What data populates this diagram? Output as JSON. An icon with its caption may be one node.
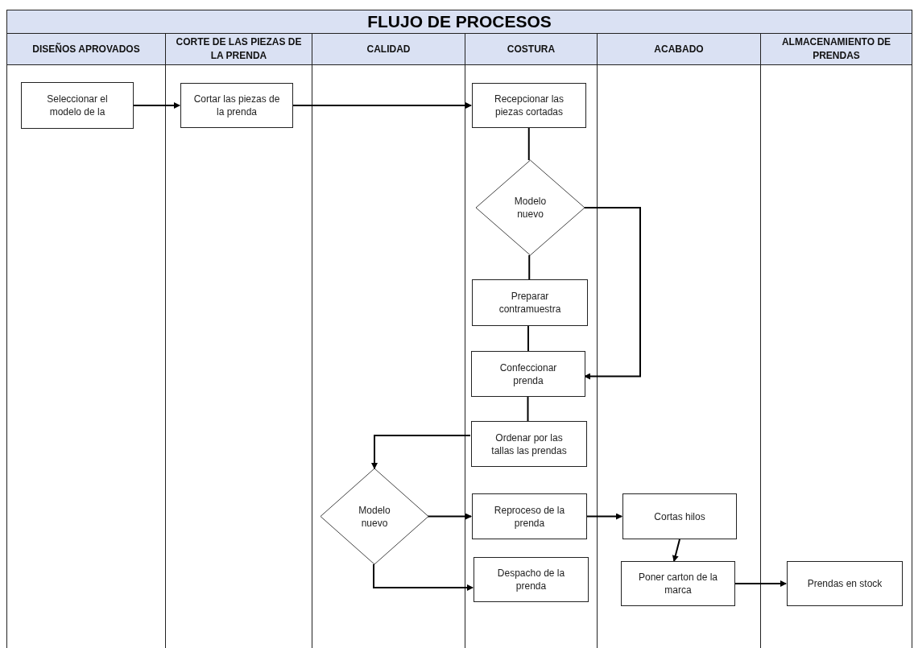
{
  "diagram": {
    "title": "FLUJO DE PROCESOS",
    "nodes": [
      {
        "text": [
          "DISEÑOS APROVADOS"
        ]
      },
      {
        "text": [
          "CORTE DE LAS PIEZAS DE LA PRENDA"
        ]
      },
      {
        "text": [
          "CALIDAD"
        ]
      },
      {
        "text": [
          "COSTURA"
        ]
      },
      {
        "text": [
          "ACABADO"
        ]
      },
      {
        "text": [
          "ALMACENAMIENTO DE PRENDAS"
        ]
      },
      {
        "text": [
          "Seleccionar el modelo de la"
        ],
        "in": 0
      },
      {
        "text": [
          "Cortar las piezas de la prenda"
        ],
        "in": 1
      },
      {
        "text": [
          "Recepcionar las piezas cortadas"
        ],
        "in": 3
      },
      {
        "text": [
          "Modelo nuevo"
        ],
        "in": 3
      },
      {
        "text": [
          "Preparar contramuestra"
        ],
        "in": 3
      },
      {
        "text": [
          "Confeccionar prenda"
        ],
        "in": 3
      },
      {
        "text": [
          "Ordenar por las tallas las prendas"
        ],
        "in": 3
      },
      {
        "text": [
          "Modelo nuevo"
        ],
        "in": 2
      },
      {
        "text": [
          "Reproceso de la prenda"
        ],
        "in": 3
      },
      {
        "text": [
          "Despacho de la prenda"
        ],
        "in": 3
      },
      {
        "text": [
          "Cortas hilos"
        ],
        "in": 4
      },
      {
        "text": [
          "Poner carton de la marca"
        ],
        "in": 4
      },
      {
        "text": [
          "Prendas en stock"
        ],
        "in": 5
      }
    ],
    "edges": [
      {
        "from": 6,
        "to": 7,
        "arrow": "to"
      },
      {
        "from": 7,
        "to": 8,
        "arrow": "to"
      },
      {
        "from": 8,
        "to": 9,
        "arrow": "none"
      },
      {
        "from": 9,
        "to": 10,
        "arrow": "none"
      },
      {
        "from": 10,
        "to": 11,
        "arrow": "none"
      },
      {
        "from": 9,
        "to": 11,
        "arrow": "to"
      },
      {
        "from": 11,
        "to": 12,
        "arrow": "none"
      },
      {
        "from": 12,
        "to": 13,
        "arrow": "to"
      },
      {
        "from": 13,
        "to": 14,
        "arrow": "to"
      },
      {
        "from": 13,
        "to": 15,
        "arrow": "to"
      },
      {
        "from": 14,
        "to": 16,
        "arrow": "to"
      },
      {
        "from": 16,
        "to": 17,
        "arrow": "to"
      },
      {
        "from": 17,
        "to": 18,
        "arrow": "to"
      }
    ]
  }
}
